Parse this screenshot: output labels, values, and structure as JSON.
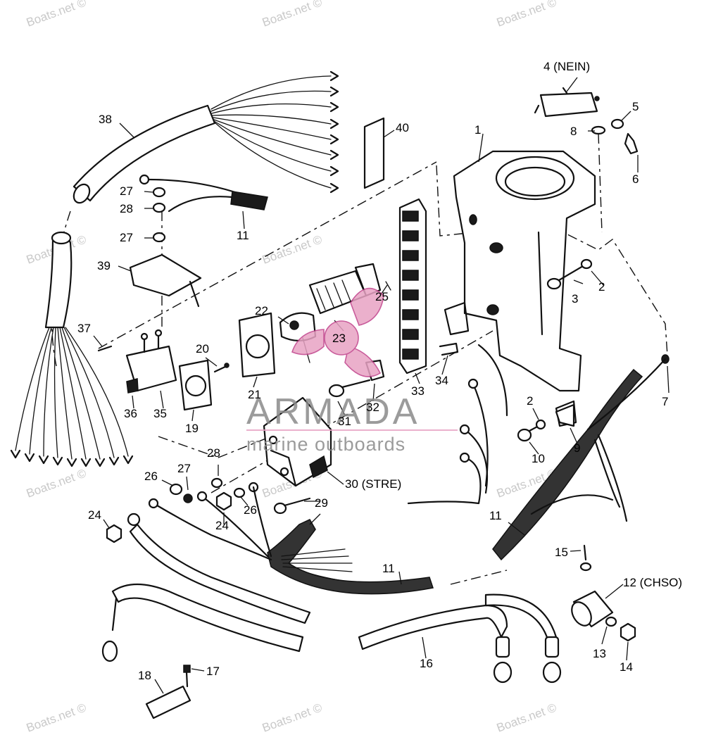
{
  "watermark": {
    "text": "Boats.net ©",
    "brand_name": "ARMADA",
    "brand_tagline": "marine outboards",
    "logo_color": "#e8a3c4"
  },
  "callouts": {
    "c1": "1",
    "c2a": "2",
    "c2b": "2",
    "c3": "3",
    "c4": "4 (NEIN)",
    "c5": "5",
    "c6": "6",
    "c7": "7",
    "c8": "8",
    "c9": "9",
    "c10": "10",
    "c11a": "11",
    "c11b": "11",
    "c11c": "11",
    "c12": "12 (CHSO)",
    "c13": "13",
    "c14": "14",
    "c15": "15",
    "c16": "16",
    "c17": "17",
    "c18": "18",
    "c19": "19",
    "c20": "20",
    "c21": "21",
    "c22": "22",
    "c23": "23",
    "c24a": "24",
    "c24b": "24",
    "c25": "25",
    "c26a": "26",
    "c26b": "26",
    "c27a": "27",
    "c27b": "27",
    "c27c": "27",
    "c28a": "28",
    "c28b": "28",
    "c29": "29",
    "c30": "30 (STRE)",
    "c31": "31",
    "c32": "32",
    "c33": "33",
    "c34": "34",
    "c35": "35",
    "c36": "36",
    "c37": "37",
    "c38": "38",
    "c39": "39",
    "c40": "40"
  }
}
